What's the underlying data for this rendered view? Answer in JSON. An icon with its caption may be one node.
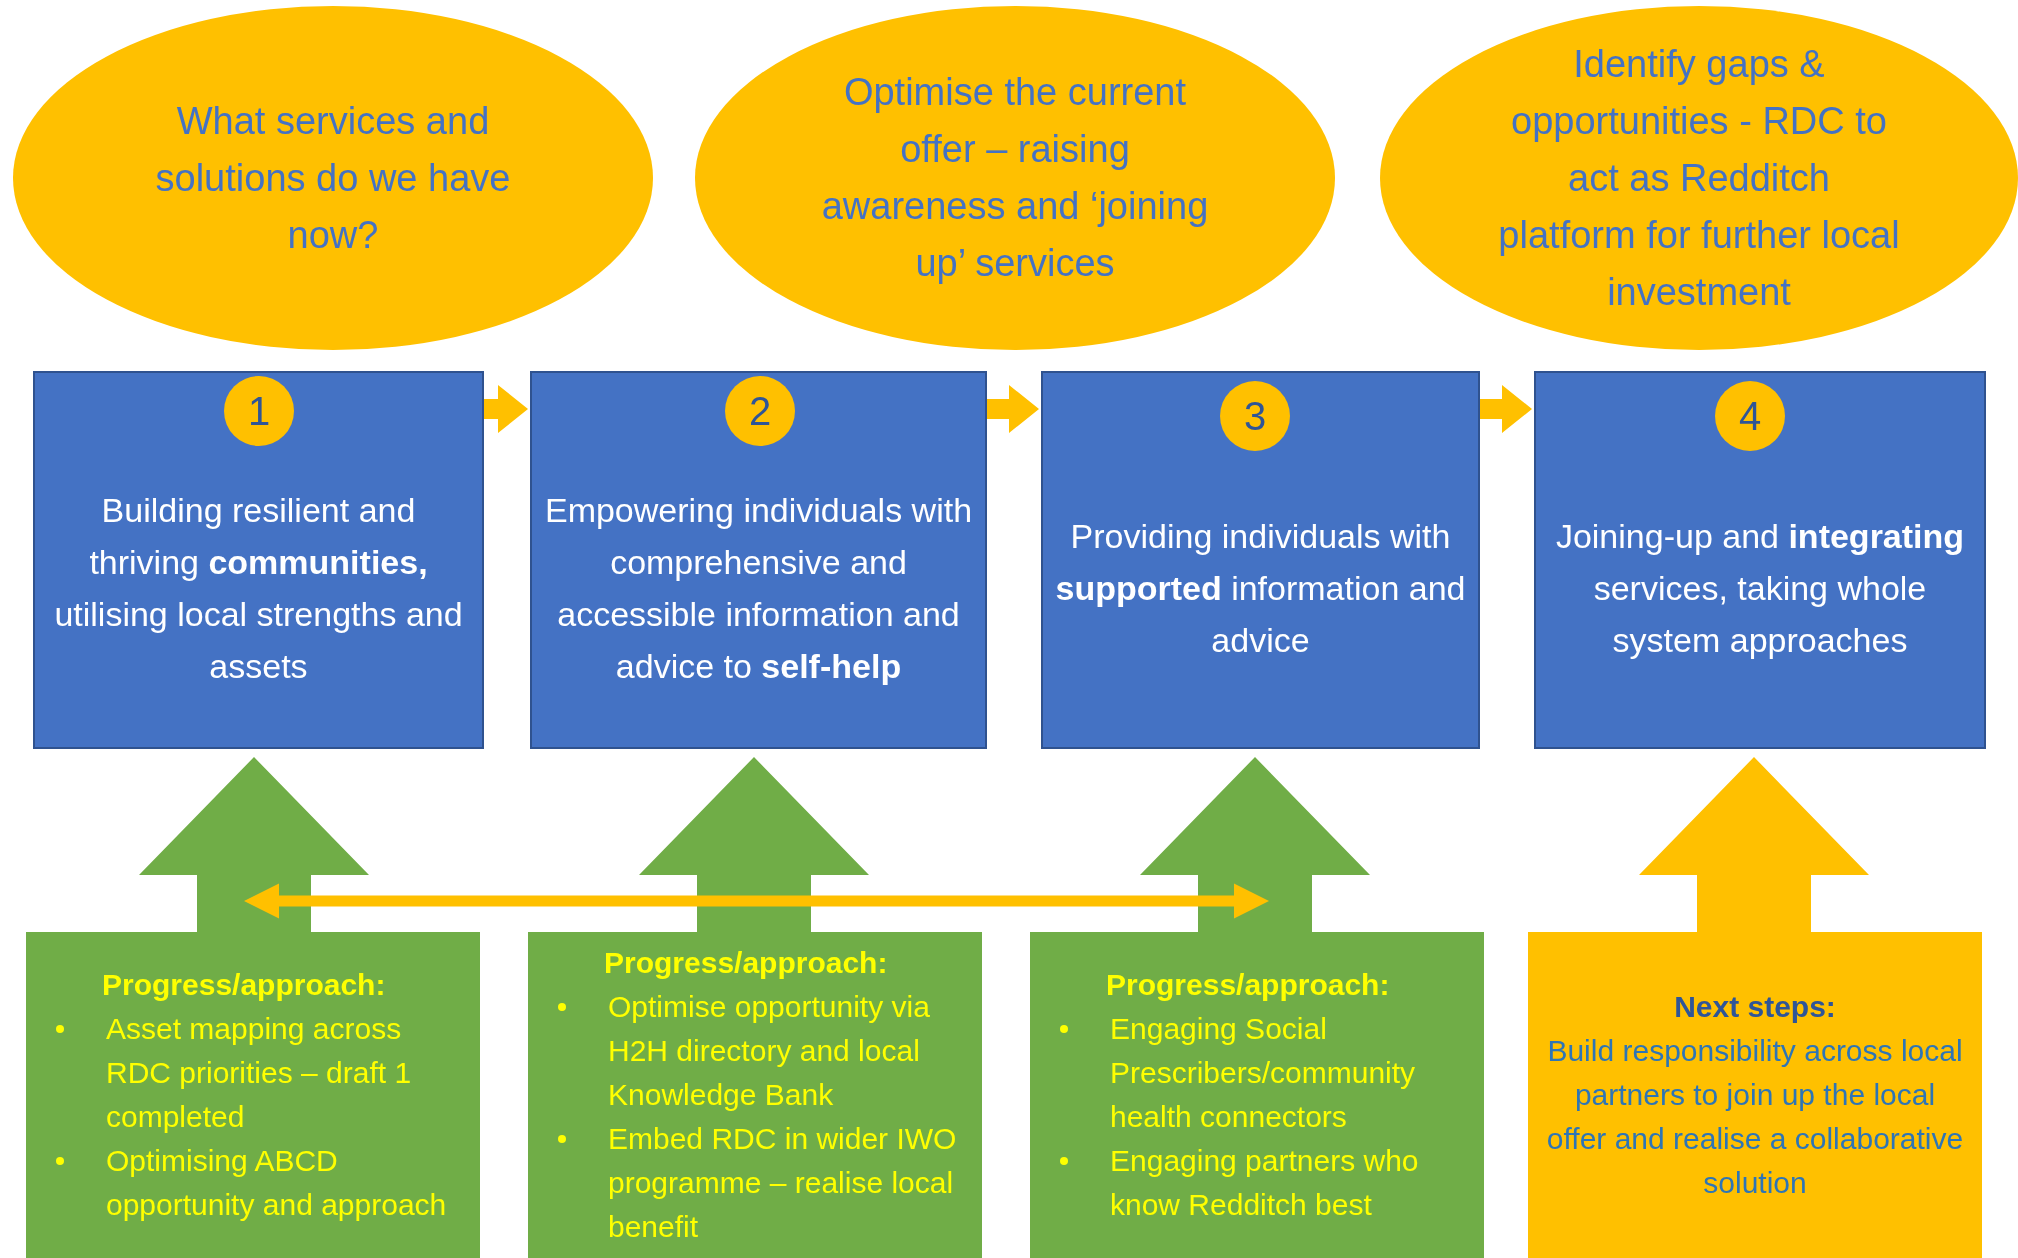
{
  "diagram": {
    "nodes": [
      {
        "text": [
          "What services and solutions do we have now?"
        ]
      },
      {
        "text": [
          "Optimise the current offer – raising awareness and ‘joining up’ services"
        ]
      },
      {
        "text": [
          "Identify gaps & opportunities - RDC to act as Redditch platform for further local investment"
        ]
      },
      {
        "text": [
          "Building resilient and thriving **communities,** utilising local strengths and assets"
        ]
      },
      {
        "text": [
          "1"
        ],
        "in": 3
      },
      {
        "text": [
          "Empowering individuals with comprehensive and accessible information and advice to **self-help**"
        ]
      },
      {
        "text": [
          "2"
        ],
        "in": 5
      },
      {
        "text": [
          "Providing individuals with **supported** information and advice"
        ]
      },
      {
        "text": [
          "3"
        ],
        "in": 7
      },
      {
        "text": [
          "Joining-up and **integrating** services, taking whole system approaches"
        ]
      },
      {
        "text": [
          "4"
        ],
        "in": 9
      },
      {
        "text": [
          "Progress/approach:",
          "Asset mapping across RDC priorities – draft 1 completed",
          "Optimising ABCD opportunity and approach"
        ]
      },
      {
        "text": [
          "Progress/approach:",
          "Optimise opportunity via H2H directory and local Knowledge Bank",
          "Embed RDC in wider IWO programme – realise local benefit"
        ]
      },
      {
        "text": [
          "Progress/approach:",
          "Engaging Social Prescribers/community health connectors",
          "Engaging partners who know Redditch best"
        ]
      },
      {
        "text": [
          "Next steps:",
          "Build responsibility across local partners to join up the local offer and realise a collaborative solution"
        ]
      }
    ],
    "edges": [
      {
        "from": 3,
        "to": 5,
        "arrow": "to",
        "style": "thick"
      },
      {
        "from": 5,
        "to": 7,
        "arrow": "to",
        "style": "thick"
      },
      {
        "from": 7,
        "to": 9,
        "arrow": "to",
        "style": "thick"
      },
      {
        "from": 11,
        "to": 3,
        "arrow": "to",
        "style": "thick",
        "color": "#70ad47"
      },
      {
        "from": 12,
        "to": 5,
        "arrow": "to",
        "style": "thick",
        "color": "#70ad47"
      },
      {
        "from": 13,
        "to": 7,
        "arrow": "to",
        "style": "thick",
        "color": "#70ad47"
      },
      {
        "from": 14,
        "to": 9,
        "arrow": "to",
        "style": "thick"
      },
      {
        "from": 11,
        "to": 13,
        "arrow": "both"
      }
    ]
  }
}
